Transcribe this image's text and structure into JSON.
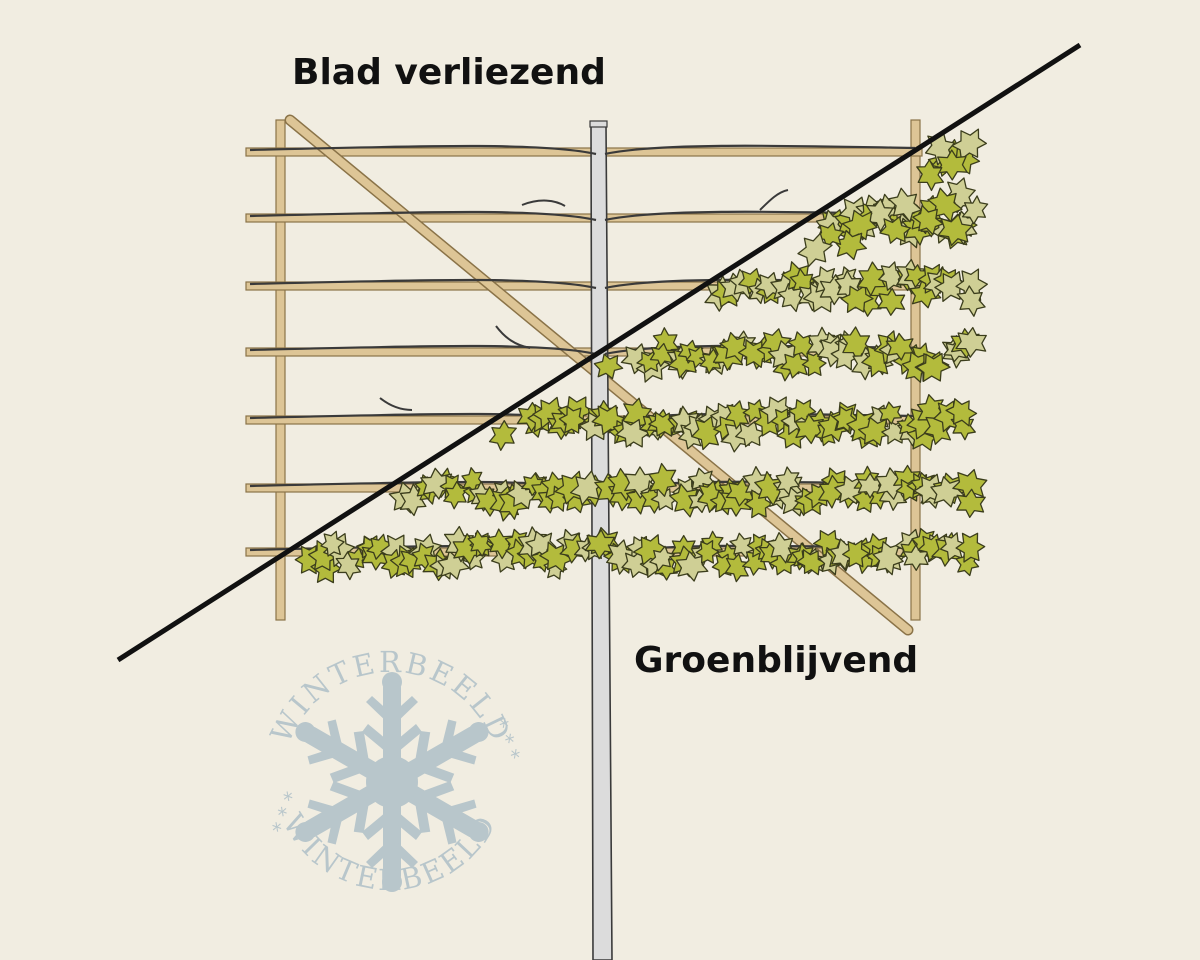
{
  "labels": {
    "deciduous": "Blad verliezend",
    "evergreen": "Groenblijvend"
  },
  "watermark": {
    "text": "WINTERBEELD",
    "stars": "* * *",
    "icon": "snowflake-icon"
  },
  "colors": {
    "background": "#f1ede1",
    "trellis_wood": "#ddc596",
    "trellis_outline": "#8a7348",
    "trunk": "#dcdcdc",
    "branch_outline": "#3a3a3a",
    "leaf_dark": "#b3bb3c",
    "leaf_light": "#cfcf95",
    "leaf_outline": "#3b3d1c",
    "divider": "#111111",
    "watermark": "#b8c6cb"
  }
}
